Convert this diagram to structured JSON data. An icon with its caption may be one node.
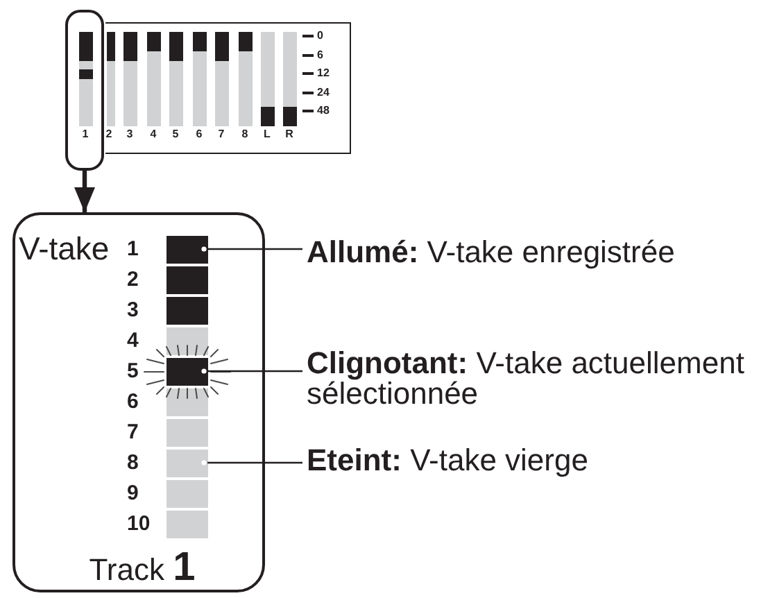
{
  "diagram": {
    "nodes": [
      {
        "text": [
          "0",
          "6",
          "12",
          "24",
          "48",
          "2",
          "3",
          "4",
          "5",
          "6",
          "7",
          "8",
          "L",
          "R"
        ]
      },
      {
        "text": [
          "1"
        ]
      },
      {
        "text": [
          "V-take",
          "Track **1**"
        ]
      },
      {
        "text": [],
        "shape": "box",
        "in": 2,
        "beside": [
          "1"
        ]
      },
      {
        "text": [],
        "shape": "box",
        "in": 2,
        "beside": [
          "2"
        ]
      },
      {
        "text": [],
        "shape": "box",
        "in": 2,
        "beside": [
          "3"
        ]
      },
      {
        "text": [],
        "shape": "box",
        "in": 2,
        "beside": [
          "4"
        ]
      },
      {
        "text": [],
        "shape": "box",
        "in": 2,
        "beside": [
          "5"
        ]
      },
      {
        "text": [],
        "shape": "box",
        "in": 2,
        "beside": [
          "6"
        ]
      },
      {
        "text": [],
        "shape": "box",
        "in": 2,
        "beside": [
          "7"
        ]
      },
      {
        "text": [],
        "shape": "box",
        "in": 2,
        "beside": [
          "8"
        ]
      },
      {
        "text": [],
        "shape": "box",
        "in": 2,
        "beside": [
          "9"
        ]
      },
      {
        "text": [],
        "shape": "box",
        "in": 2,
        "beside": [
          "10"
        ]
      },
      {
        "text": [
          "**Allumé:** V-take enregistrée"
        ]
      },
      {
        "text": [
          "**Clignotant:** V-take actuellement sélectionnée"
        ]
      },
      {
        "text": [
          "**Eteint:** V-take vierge"
        ]
      }
    ],
    "edges": [
      {
        "from": 1,
        "to": 2,
        "arrow": "to",
        "style": "thick"
      },
      {
        "from": 13,
        "to": 3,
        "arrow": "other"
      },
      {
        "from": 14,
        "to": 7,
        "arrow": "other"
      },
      {
        "from": 15,
        "to": 10,
        "arrow": "other"
      }
    ]
  }
}
